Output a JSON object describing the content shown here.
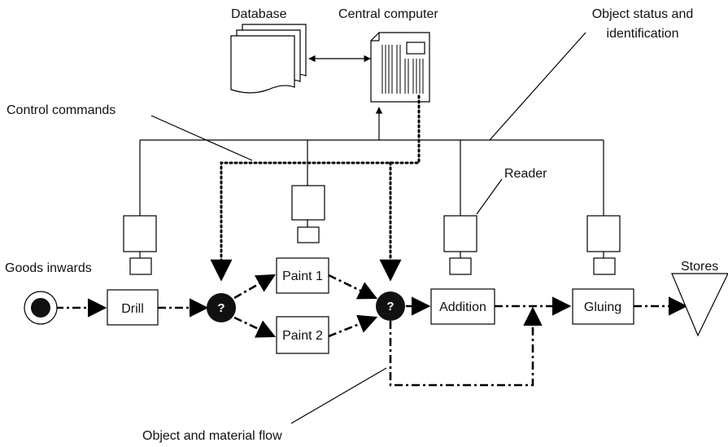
{
  "labels": {
    "database": "Database",
    "central_computer": "Central computer",
    "object_status_line1": "Object status and",
    "object_status_line2": "identification",
    "control_commands": "Control commands",
    "reader": "Reader",
    "goods_inwards": "Goods inwards",
    "stores": "Stores",
    "object_material_flow": "Object and material flow"
  },
  "stations": {
    "drill": "Drill",
    "paint1": "Paint 1",
    "paint2": "Paint 2",
    "addition": "Addition",
    "gluing": "Gluing"
  },
  "decision_symbol": "?",
  "colors": {
    "ink": "#000000",
    "background": "#ffffff",
    "node_fill": "#111111"
  },
  "icons": [
    "database-icon",
    "computer-icon",
    "reader-icon",
    "start-node-icon",
    "stores-triangle-icon",
    "decision-node-icon"
  ]
}
